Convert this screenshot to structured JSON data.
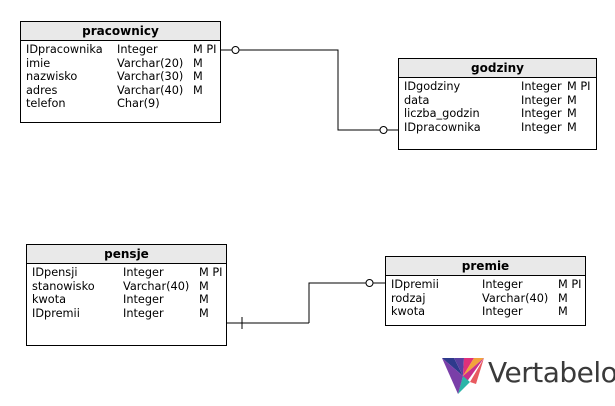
{
  "tables": {
    "pracownicy": {
      "name": "pracownicy",
      "columns": [
        {
          "name": "IDpracownika",
          "type": "Integer",
          "flags": "M PI"
        },
        {
          "name": "imie",
          "type": "Varchar(20)",
          "flags": "M"
        },
        {
          "name": "nazwisko",
          "type": "Varchar(30)",
          "flags": "M"
        },
        {
          "name": "adres",
          "type": "Varchar(40)",
          "flags": "M"
        },
        {
          "name": "telefon",
          "type": "Char(9)",
          "flags": ""
        }
      ]
    },
    "godziny": {
      "name": "godziny",
      "columns": [
        {
          "name": "IDgodziny",
          "type": "Integer",
          "flags": "M PI"
        },
        {
          "name": "data",
          "type": "Integer",
          "flags": "M"
        },
        {
          "name": "liczba_godzin",
          "type": "Integer",
          "flags": "M"
        },
        {
          "name": "IDpracownika",
          "type": "Integer",
          "flags": "M"
        }
      ]
    },
    "pensje": {
      "name": "pensje",
      "columns": [
        {
          "name": "IDpensji",
          "type": "Integer",
          "flags": "M PI"
        },
        {
          "name": "stanowisko",
          "type": "Varchar(40)",
          "flags": "M"
        },
        {
          "name": "kwota",
          "type": "Integer",
          "flags": "M"
        },
        {
          "name": "IDpremii",
          "type": "Integer",
          "flags": "M"
        }
      ]
    },
    "premie": {
      "name": "premie",
      "columns": [
        {
          "name": "IDpremii",
          "type": "Integer",
          "flags": "M PI"
        },
        {
          "name": "rodzaj",
          "type": "Varchar(40)",
          "flags": "M"
        },
        {
          "name": "kwota",
          "type": "Integer",
          "flags": "M"
        }
      ]
    }
  },
  "relationships": [
    {
      "from": "pracownicy",
      "to": "godziny",
      "from_end": "zero-or-one",
      "to_end": "zero-or-many"
    },
    {
      "from": "pensje",
      "to": "premie",
      "from_end": "one",
      "to_end": "zero-or-one"
    }
  ],
  "logo": {
    "text": "Vertabelo",
    "icon": "vertabelo-logo-icon",
    "colors": [
      "#2e3a8c",
      "#5a3fa0",
      "#e0307a",
      "#f2a33a",
      "#2bb5a8"
    ]
  }
}
